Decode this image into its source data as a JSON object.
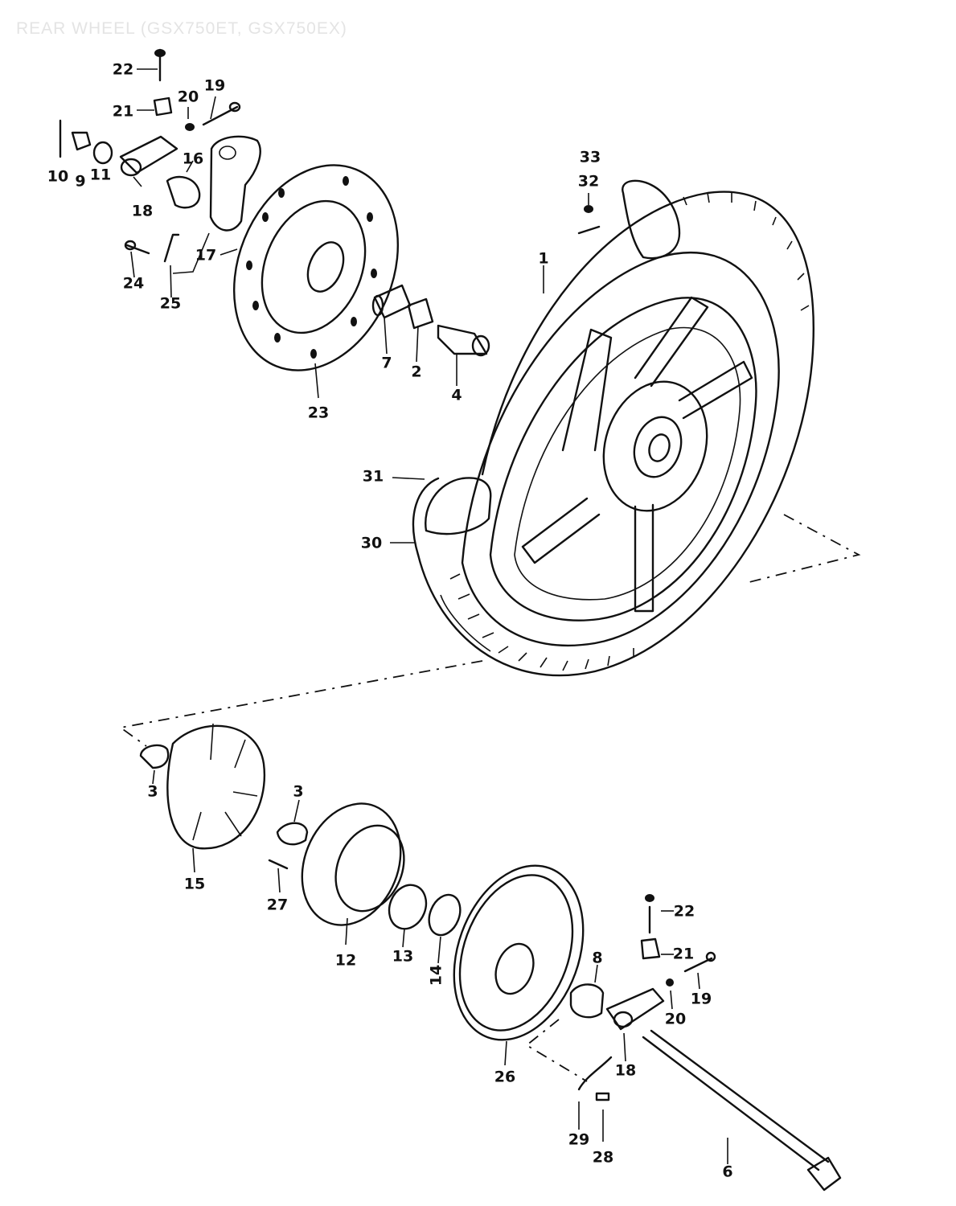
{
  "title": "REAR WHEEL (GSX750ET, GSX750EX)",
  "callouts": [
    {
      "id": "c-22a",
      "label": "22"
    },
    {
      "id": "c-21a",
      "label": "21"
    },
    {
      "id": "c-20a",
      "label": "20"
    },
    {
      "id": "c-19a",
      "label": "19"
    },
    {
      "id": "c-10",
      "label": "10"
    },
    {
      "id": "c-9",
      "label": "9"
    },
    {
      "id": "c-11",
      "label": "11"
    },
    {
      "id": "c-16",
      "label": "16"
    },
    {
      "id": "c-18a",
      "label": "18"
    },
    {
      "id": "c-17",
      "label": "17"
    },
    {
      "id": "c-24",
      "label": "24"
    },
    {
      "id": "c-25",
      "label": "25"
    },
    {
      "id": "c-23",
      "label": "23"
    },
    {
      "id": "c-7",
      "label": "7"
    },
    {
      "id": "c-2",
      "label": "2"
    },
    {
      "id": "c-4",
      "label": "4"
    },
    {
      "id": "c-33",
      "label": "33"
    },
    {
      "id": "c-32",
      "label": "32"
    },
    {
      "id": "c-1",
      "label": "1"
    },
    {
      "id": "c-31",
      "label": "31"
    },
    {
      "id": "c-30",
      "label": "30"
    },
    {
      "id": "c-3a",
      "label": "3"
    },
    {
      "id": "c-15",
      "label": "15"
    },
    {
      "id": "c-3b",
      "label": "3"
    },
    {
      "id": "c-27",
      "label": "27"
    },
    {
      "id": "c-12",
      "label": "12"
    },
    {
      "id": "c-13",
      "label": "13"
    },
    {
      "id": "c-14",
      "label": "14"
    },
    {
      "id": "c-26",
      "label": "26"
    },
    {
      "id": "c-8",
      "label": "8"
    },
    {
      "id": "c-22b",
      "label": "22"
    },
    {
      "id": "c-21b",
      "label": "21"
    },
    {
      "id": "c-19b",
      "label": "19"
    },
    {
      "id": "c-20b",
      "label": "20"
    },
    {
      "id": "c-18b",
      "label": "18"
    },
    {
      "id": "c-29",
      "label": "29"
    },
    {
      "id": "c-28",
      "label": "28"
    },
    {
      "id": "c-6",
      "label": "6"
    }
  ]
}
